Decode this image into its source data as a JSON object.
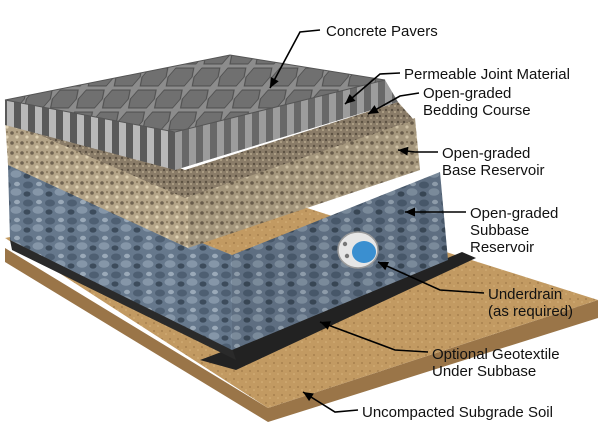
{
  "diagram": {
    "labels": {
      "concrete_pavers": [
        "Concrete Pavers"
      ],
      "permeable_joint": [
        "Permeable Joint Material"
      ],
      "bedding_course": [
        "Open-graded",
        "Bedding Course"
      ],
      "base_reservoir": [
        "Open-graded",
        "Base Reservoir"
      ],
      "subbase_reservoir": [
        "Open-graded",
        "Subbase",
        "Reservoir"
      ],
      "underdrain": [
        "Underdrain",
        "(as required)"
      ],
      "geotextile": [
        "Optional Geotextile",
        "Under Subbase"
      ],
      "subgrade_soil": [
        "Uncompacted Subgrade Soil"
      ]
    },
    "colors": {
      "paver_top": "#8c8c8c",
      "paver_cell": "#6e6e6e",
      "joint": "#c9c9c9",
      "bedding": "#8a7c68",
      "base": "#b4a488",
      "subbase": "#66788c",
      "geotextile": "#222222",
      "soil": "#c29a62",
      "pipe": "#e6e6e6",
      "pipe_water": "#3a8fd0",
      "leader": "#000000"
    }
  }
}
